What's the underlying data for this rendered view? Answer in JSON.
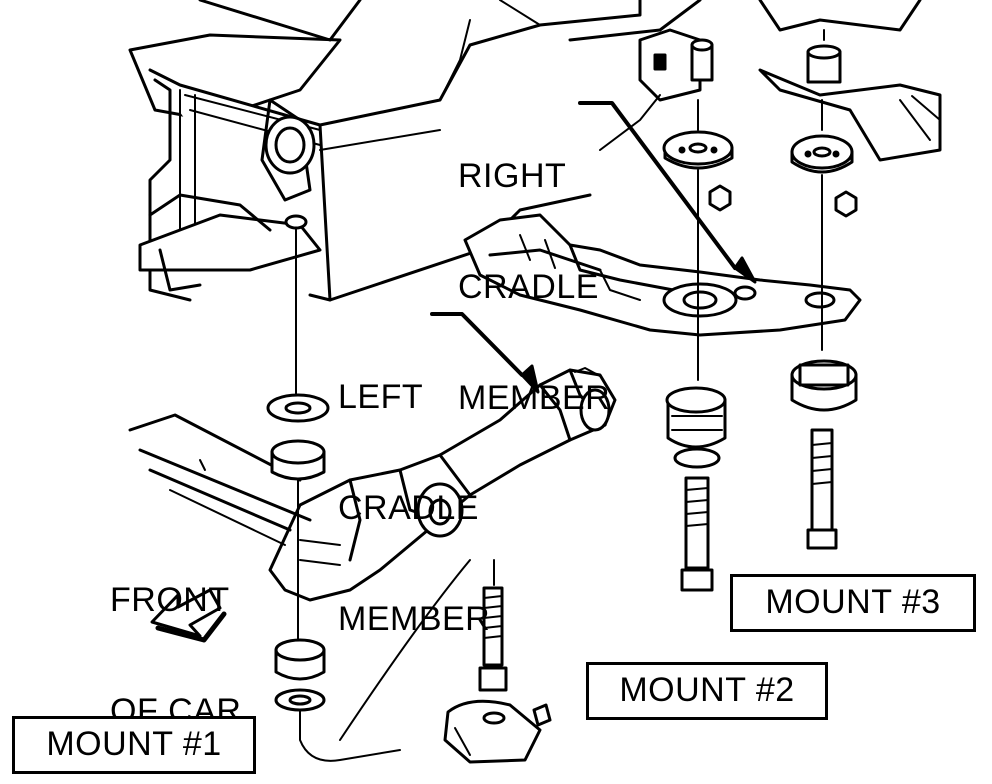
{
  "labels": {
    "right_cradle_member": [
      "RIGHT",
      "CRADLE",
      "MEMBER"
    ],
    "left_cradle_member": [
      "LEFT",
      "CRADLE",
      "MEMBER"
    ],
    "front_of_car": [
      "FRONT",
      "OF CAR"
    ]
  },
  "mounts": {
    "mount_1": "MOUNT #1",
    "mount_2": "MOUNT #2",
    "mount_3": "MOUNT #3"
  }
}
